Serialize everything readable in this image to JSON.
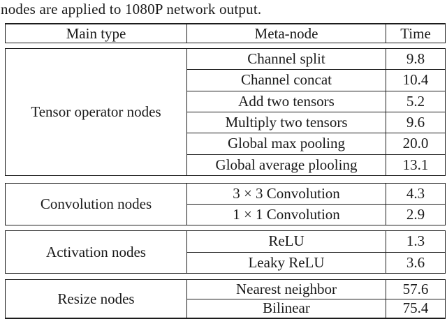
{
  "caption": "nodes are applied to 1080P network output.",
  "table": {
    "headers": {
      "main_type": "Main type",
      "meta_node": "Meta-node",
      "time": "Time"
    },
    "groups": [
      {
        "main_type": "Tensor operator nodes",
        "rows": [
          {
            "meta_node": "Channel split",
            "time": "9.8"
          },
          {
            "meta_node": "Channel concat",
            "time": "10.4"
          },
          {
            "meta_node": "Add two tensors",
            "time": "5.2"
          },
          {
            "meta_node": "Multiply two tensors",
            "time": "9.6"
          },
          {
            "meta_node": "Global max pooling",
            "time": "20.0"
          },
          {
            "meta_node": "Global average plooling",
            "time": "13.1"
          }
        ]
      },
      {
        "main_type": "Convolution nodes",
        "rows": [
          {
            "meta_node": "3 × 3 Convolution",
            "time": "4.3"
          },
          {
            "meta_node": "1 × 1 Convolution",
            "time": "2.9"
          }
        ]
      },
      {
        "main_type": "Activation nodes",
        "rows": [
          {
            "meta_node": "ReLU",
            "time": "1.3"
          },
          {
            "meta_node": "Leaky ReLU",
            "time": "3.6"
          }
        ]
      },
      {
        "main_type": "Resize nodes",
        "rows": [
          {
            "meta_node": "Nearest neighbor",
            "time": "57.6"
          },
          {
            "meta_node": "Bilinear",
            "time": "75.4"
          }
        ]
      }
    ]
  },
  "chart_data": {
    "type": "table",
    "columns": [
      "Main type",
      "Meta-node",
      "Time"
    ],
    "rows": [
      [
        "Tensor operator nodes",
        "Channel split",
        9.8
      ],
      [
        "Tensor operator nodes",
        "Channel concat",
        10.4
      ],
      [
        "Tensor operator nodes",
        "Add two tensors",
        5.2
      ],
      [
        "Tensor operator nodes",
        "Multiply two tensors",
        9.6
      ],
      [
        "Tensor operator nodes",
        "Global max pooling",
        20.0
      ],
      [
        "Tensor operator nodes",
        "Global average plooling",
        13.1
      ],
      [
        "Convolution nodes",
        "3 × 3 Convolution",
        4.3
      ],
      [
        "Convolution nodes",
        "1 × 1 Convolution",
        2.9
      ],
      [
        "Activation nodes",
        "ReLU",
        1.3
      ],
      [
        "Activation nodes",
        "Leaky ReLU",
        3.6
      ],
      [
        "Resize nodes",
        "Nearest neighbor",
        57.6
      ],
      [
        "Resize nodes",
        "Bilinear",
        75.4
      ]
    ]
  }
}
